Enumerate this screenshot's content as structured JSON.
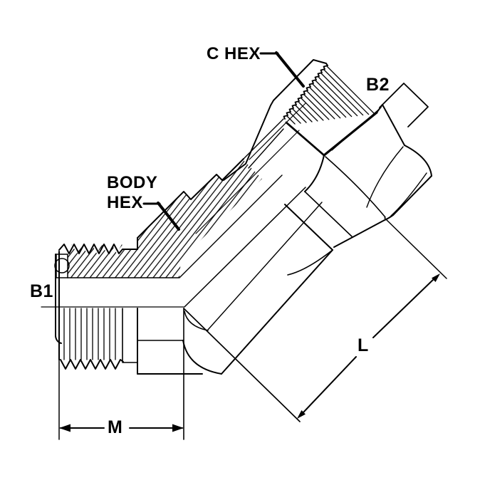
{
  "figure": {
    "type": "technical-line-drawing",
    "description": "45-degree hydraulic elbow fitting, half-section view with male pipe thread end, body hex, C hex nut and B2 swivel nut, with dimension callouts",
    "background": "#ffffff",
    "line_color": "#000000",
    "labels": {
      "c_hex": "C HEX",
      "b2": "B2",
      "body_hex_line1": "BODY",
      "body_hex_line2": "HEX",
      "b1": "B1",
      "dim_l": "L",
      "dim_m": "M"
    }
  }
}
